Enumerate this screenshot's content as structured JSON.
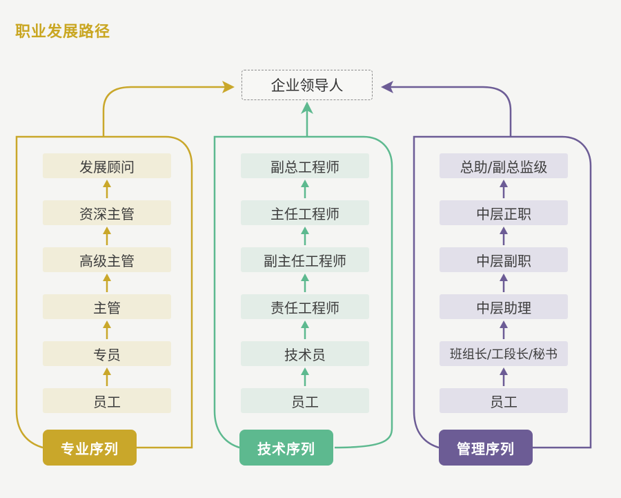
{
  "title": "职业发展路径",
  "top": "企业领导人",
  "colors": {
    "professional": "#c9a72a",
    "technical": "#5db98f",
    "management": "#6c5c95"
  },
  "columns": [
    {
      "name": "专业序列",
      "items": [
        "发展顾问",
        "资深主管",
        "高级主管",
        "主管",
        "专员",
        "员工"
      ]
    },
    {
      "name": "技术序列",
      "items": [
        "副总工程师",
        "主任工程师",
        "副主任工程师",
        "责任工程师",
        "技术员",
        "员工"
      ]
    },
    {
      "name": "管理序列",
      "items": [
        "总助/副总监级",
        "中层正职",
        "中层副职",
        "中层助理",
        "班组长/工段长/秘书",
        "员工"
      ]
    }
  ]
}
